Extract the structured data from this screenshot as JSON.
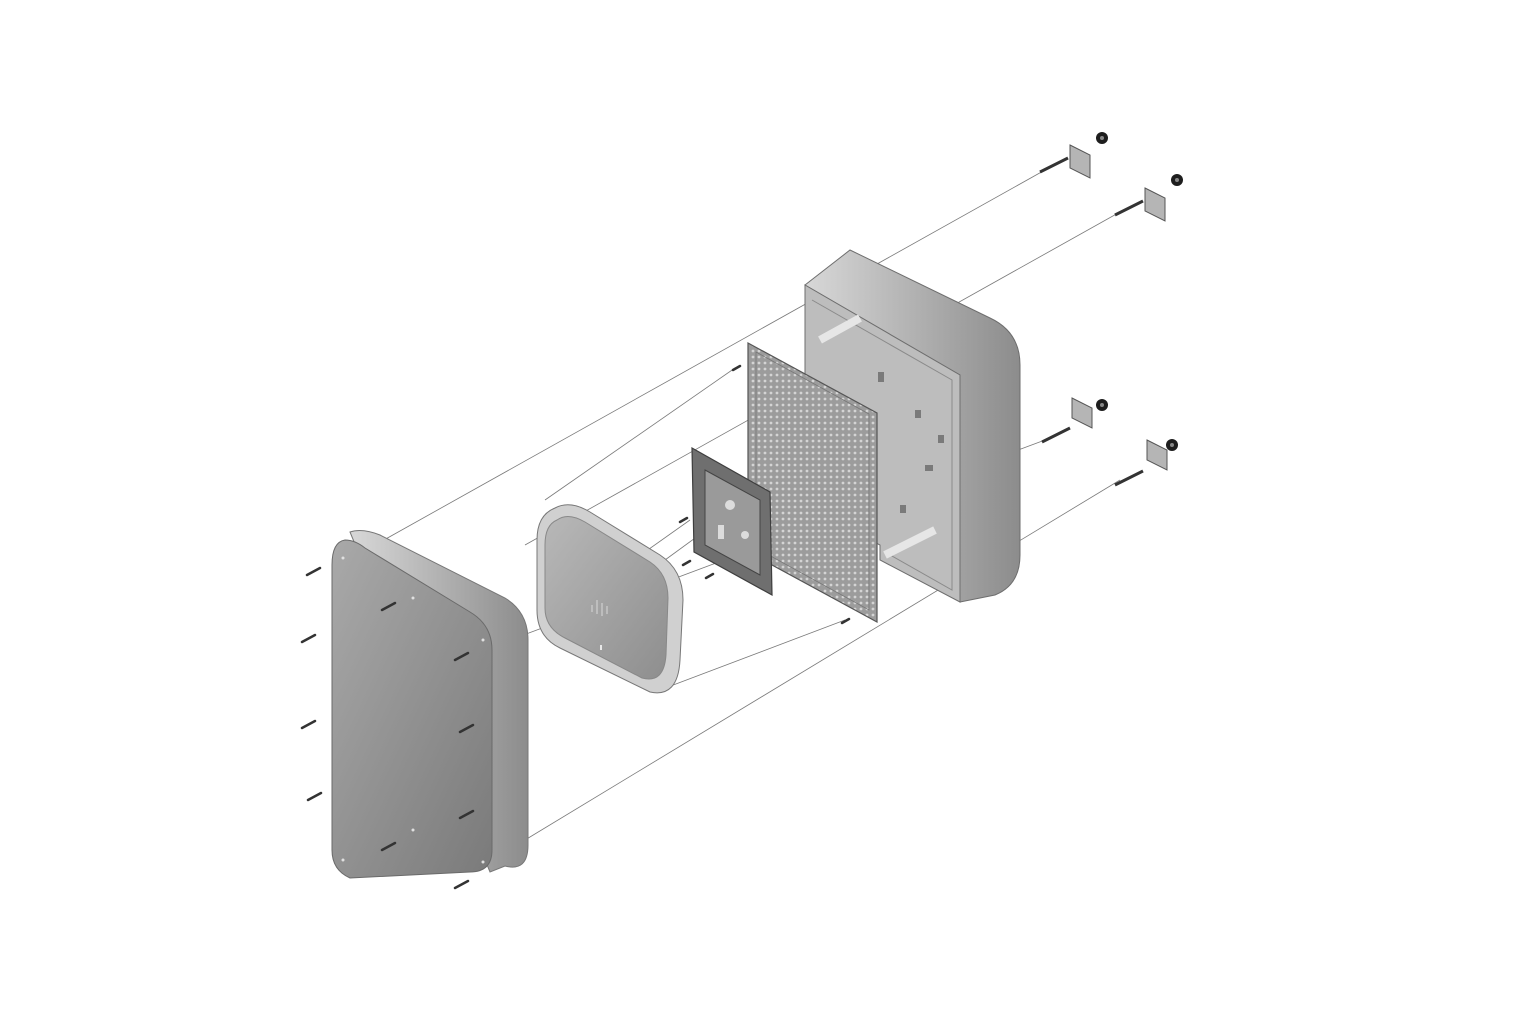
{
  "diagram": {
    "type": "exploded-assembly-view",
    "parts": [
      {
        "id": "front-cover"
      },
      {
        "id": "access-point"
      },
      {
        "id": "mounting-bracket"
      },
      {
        "id": "perforated-plate"
      },
      {
        "id": "enclosure-box"
      },
      {
        "id": "wall-mount-clip",
        "count": 4
      },
      {
        "id": "screw"
      }
    ],
    "colors": {
      "background": "#ffffff",
      "body": "#9a9a9a",
      "body_dark": "#6e6e6e",
      "body_light": "#c8c8c8",
      "leader_line": "#7a7a7a",
      "rubber": "#1e1e1e"
    }
  }
}
